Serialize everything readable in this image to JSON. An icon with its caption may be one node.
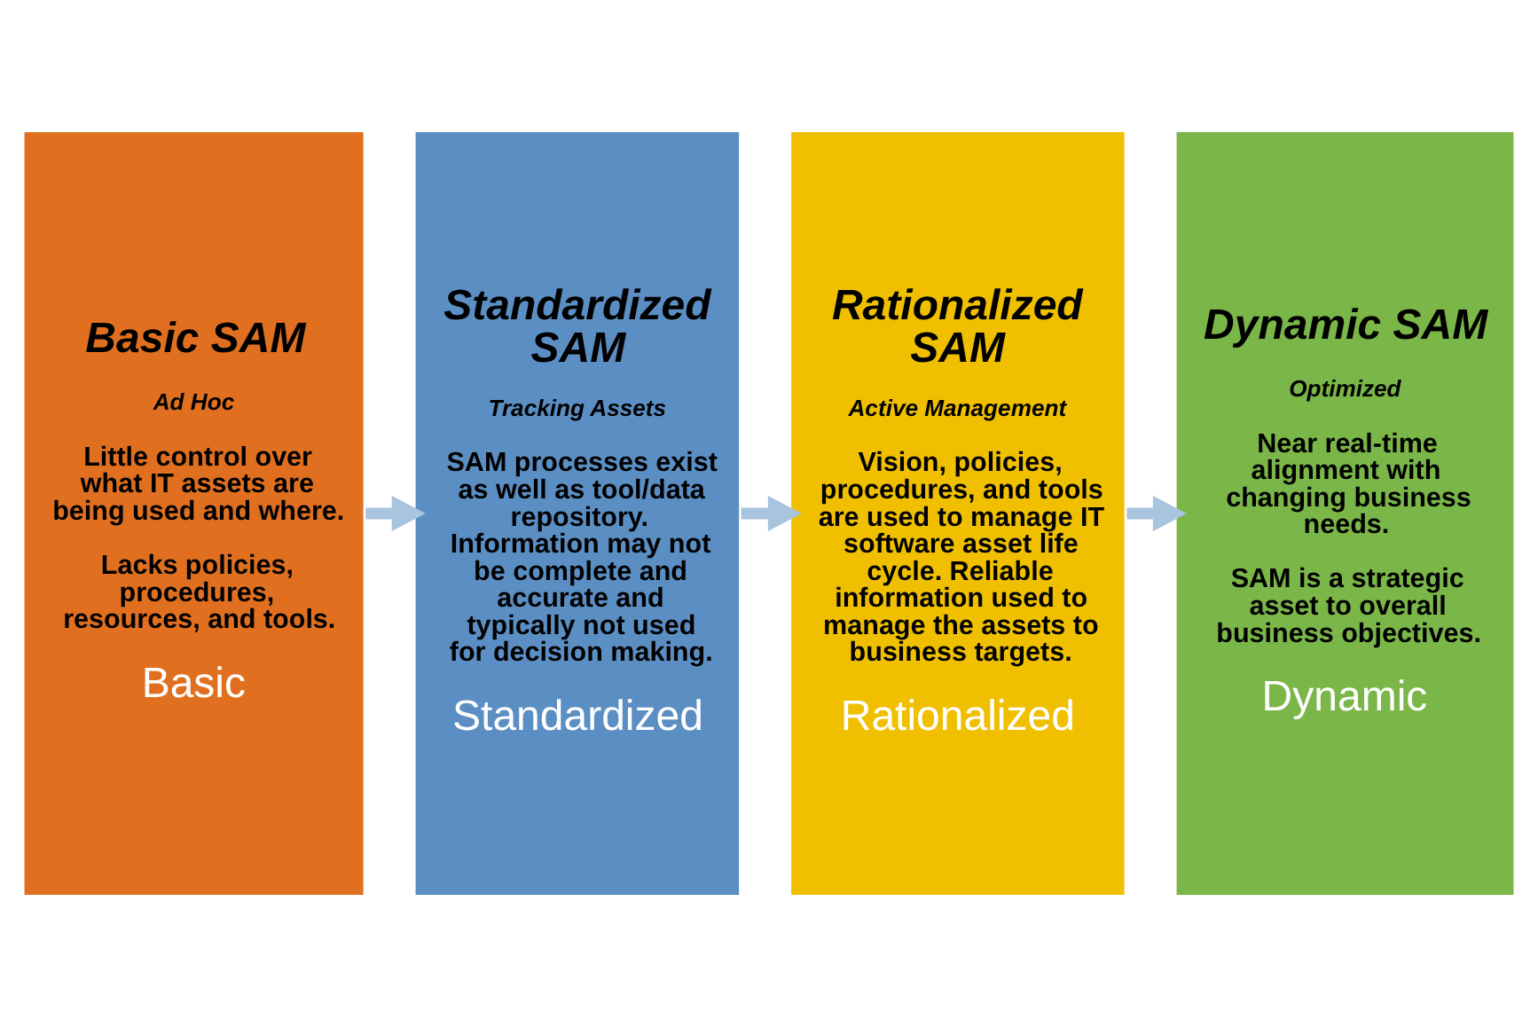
{
  "diagram": {
    "nodes": [
      {
        "text": [
          "Basic SAM",
          "Ad Hoc",
          "Little control over what IT assets are being used and where.",
          "Lacks policies, procedures, resources, and tools.",
          "Basic"
        ]
      },
      {
        "text": [
          "Standardized SAM",
          "Tracking Assets",
          "SAM processes exist as well as tool/data repository. Information may not be complete and accurate and typically not used for decision making.",
          "Standardized"
        ]
      },
      {
        "text": [
          "Rationalized SAM",
          "Active Management",
          "Vision, policies, procedures, and tools are used to manage IT software asset life cycle. Reliable information used to manage the assets to business targets.",
          "Rationalized"
        ]
      },
      {
        "text": [
          "Dynamic SAM",
          "Optimized",
          "Near real-time alignment with changing business needs.",
          "SAM is a strategic asset to overall business objectives.",
          "Dynamic"
        ]
      }
    ],
    "edges": [
      {
        "from": 0,
        "to": 1,
        "arrow": "to"
      },
      {
        "from": 1,
        "to": 2,
        "arrow": "to"
      },
      {
        "from": 2,
        "to": 3,
        "arrow": "to"
      }
    ]
  }
}
